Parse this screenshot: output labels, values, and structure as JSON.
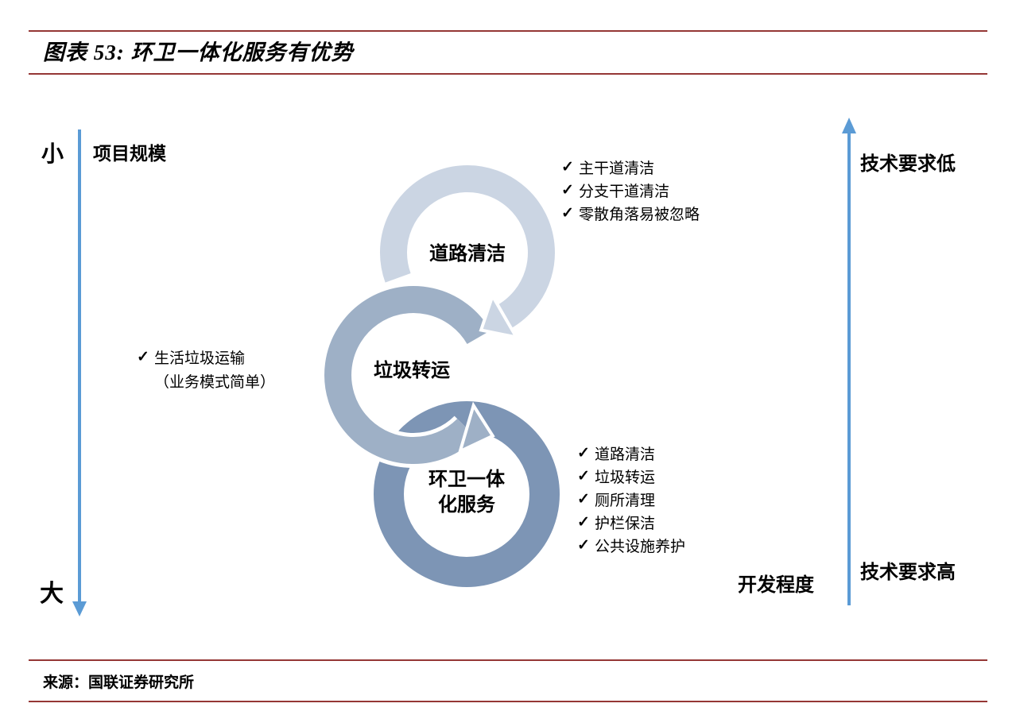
{
  "header": {
    "title": "图表 53: 环卫一体化服务有优势"
  },
  "footer": {
    "source": "来源：国联证券研究所"
  },
  "icons": {
    "check": "✓"
  },
  "colors": {
    "rule": "#953735",
    "axis_arrow": "#5B9BD5"
  },
  "axes": {
    "left": {
      "top_label": "小",
      "axis_title": "项目规模",
      "bottom_label": "大"
    },
    "right": {
      "top_label": "技术要求低",
      "axis_title": "开发程度",
      "bottom_label": "技术要求高"
    }
  },
  "cycle": {
    "steps": [
      {
        "label": "道路清洁",
        "color": "#CBD5E3",
        "bullets": [
          "主干道清洁",
          "分支干道清洁",
          "零散角落易被忽略"
        ]
      },
      {
        "label": "垃圾转运",
        "color": "#9EB0C6",
        "bullets": [
          "生活垃圾运输",
          "（业务模式简单）"
        ]
      },
      {
        "label": "环卫一体化服务",
        "label_line1": "环卫一体",
        "label_line2": "化服务",
        "color": "#7D95B5",
        "bullets": [
          "道路清洁",
          "垃圾转运",
          "厕所清理",
          "护栏保洁",
          "公共设施养护"
        ]
      }
    ]
  }
}
